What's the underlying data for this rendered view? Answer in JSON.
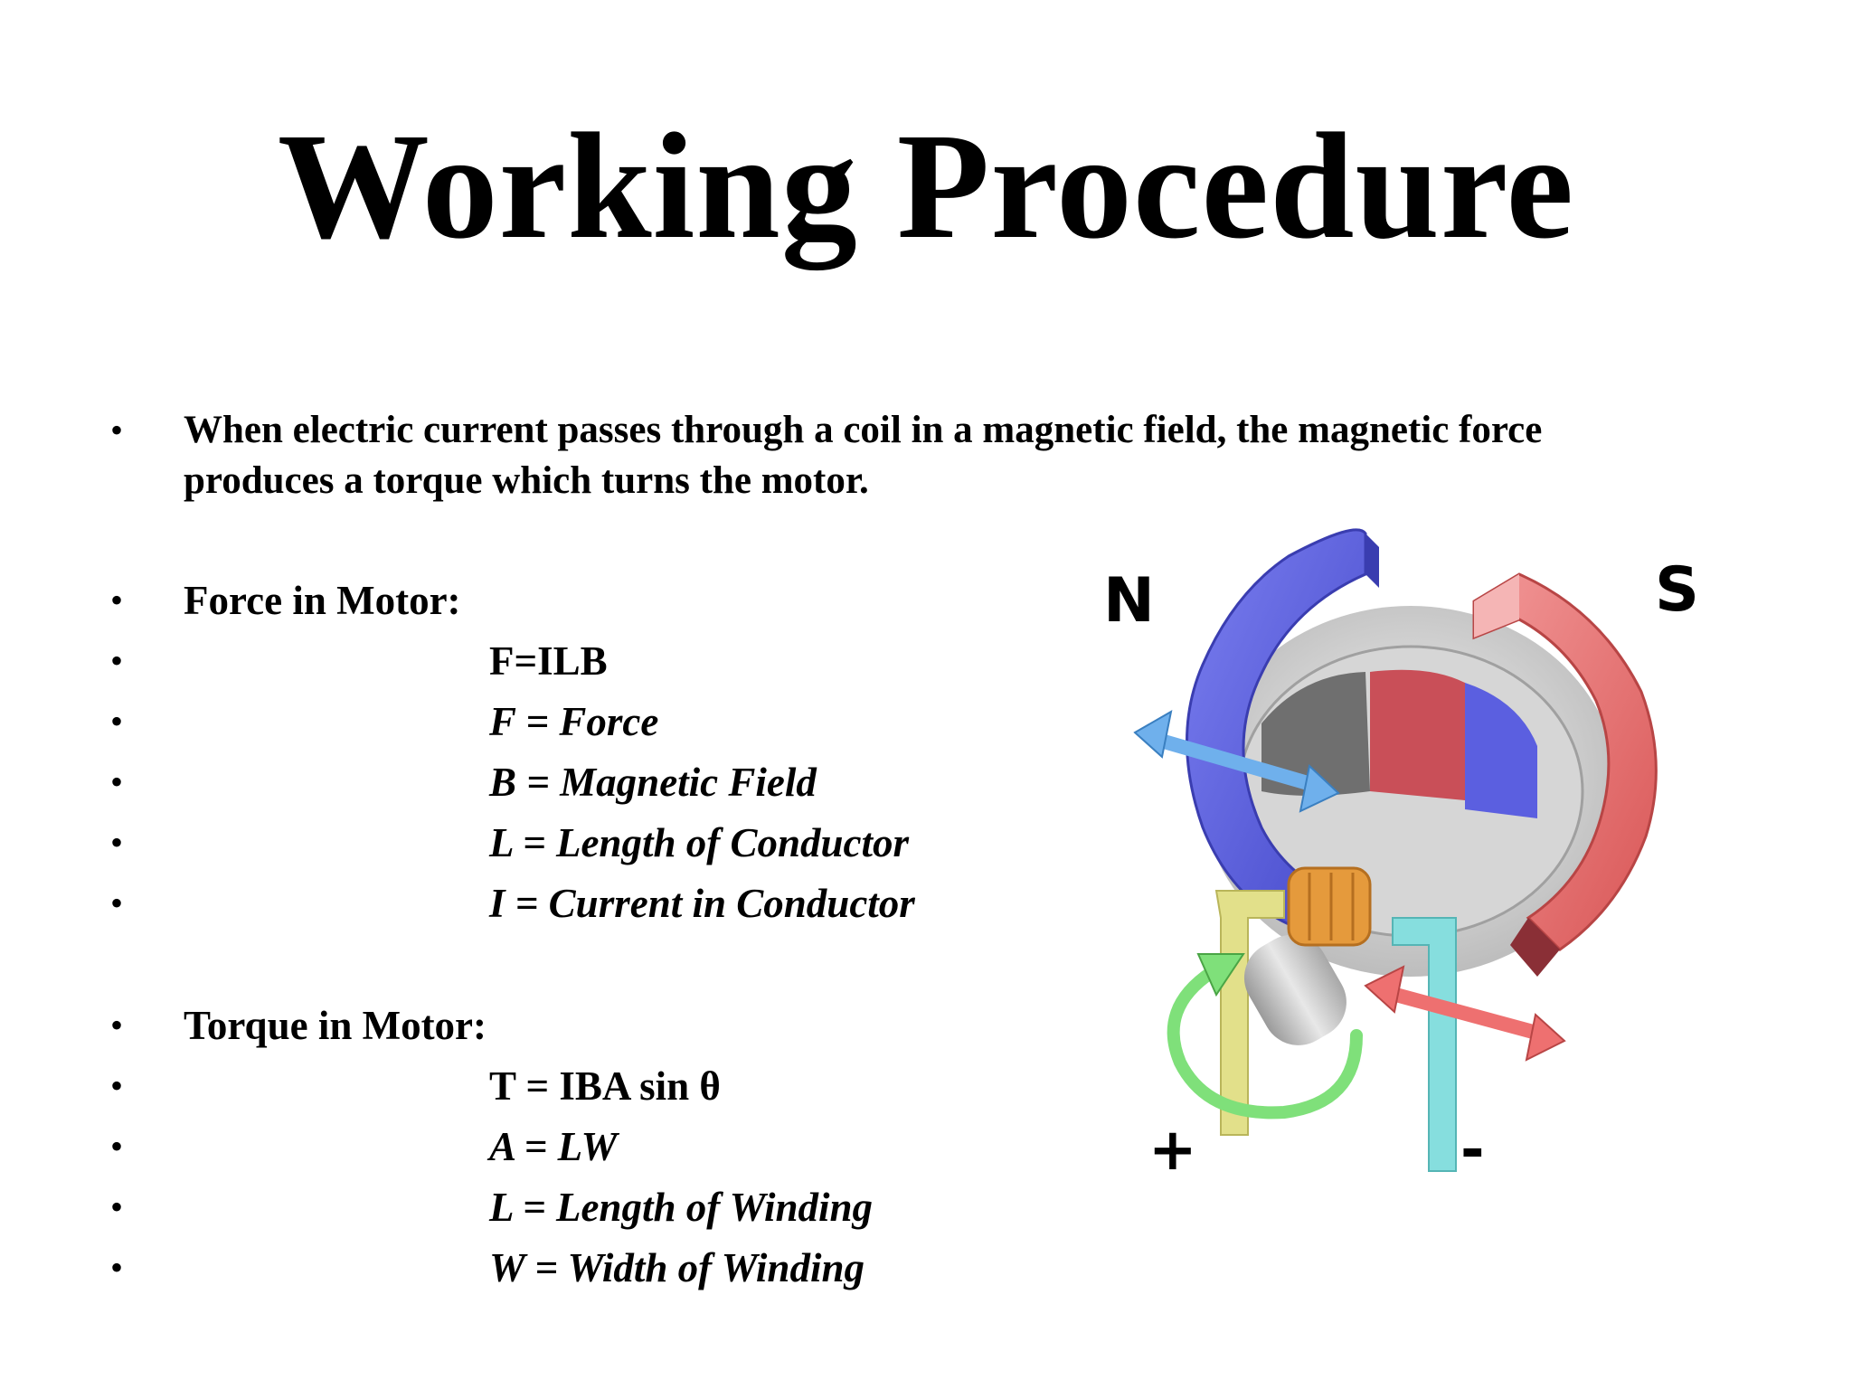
{
  "slide": {
    "title": "Working Procedure",
    "intro": "When electric current passes through a coil in a magnetic field, the magnetic force produces a torque which turns the motor.",
    "bullet_char": "•",
    "force_heading": "Force in Motor:",
    "force_lines": [
      "F=ILB",
      "F = Force",
      "B = Magnetic Field",
      "L = Length of Conductor",
      "I = Current in Conductor"
    ],
    "torque_heading": "Torque in Motor:",
    "torque_lines": [
      "T = IBA sin θ",
      "A = LW",
      "L = Length of Winding",
      "W = Width of Winding"
    ]
  },
  "diagram": {
    "north_label": "N",
    "south_label": "S",
    "positive_label": "+",
    "negative_label": "-",
    "colors": {
      "north_pole": "#5b5fe0",
      "south_pole": "#e86a6a",
      "field_arrow_blue": "#6fb0ec",
      "field_arrow_red": "#ee7070",
      "rotation_arrow": "#7fe07a",
      "positive_brush": "#e2e08a",
      "negative_brush": "#86dede",
      "commutator": "#e59a3c"
    }
  }
}
